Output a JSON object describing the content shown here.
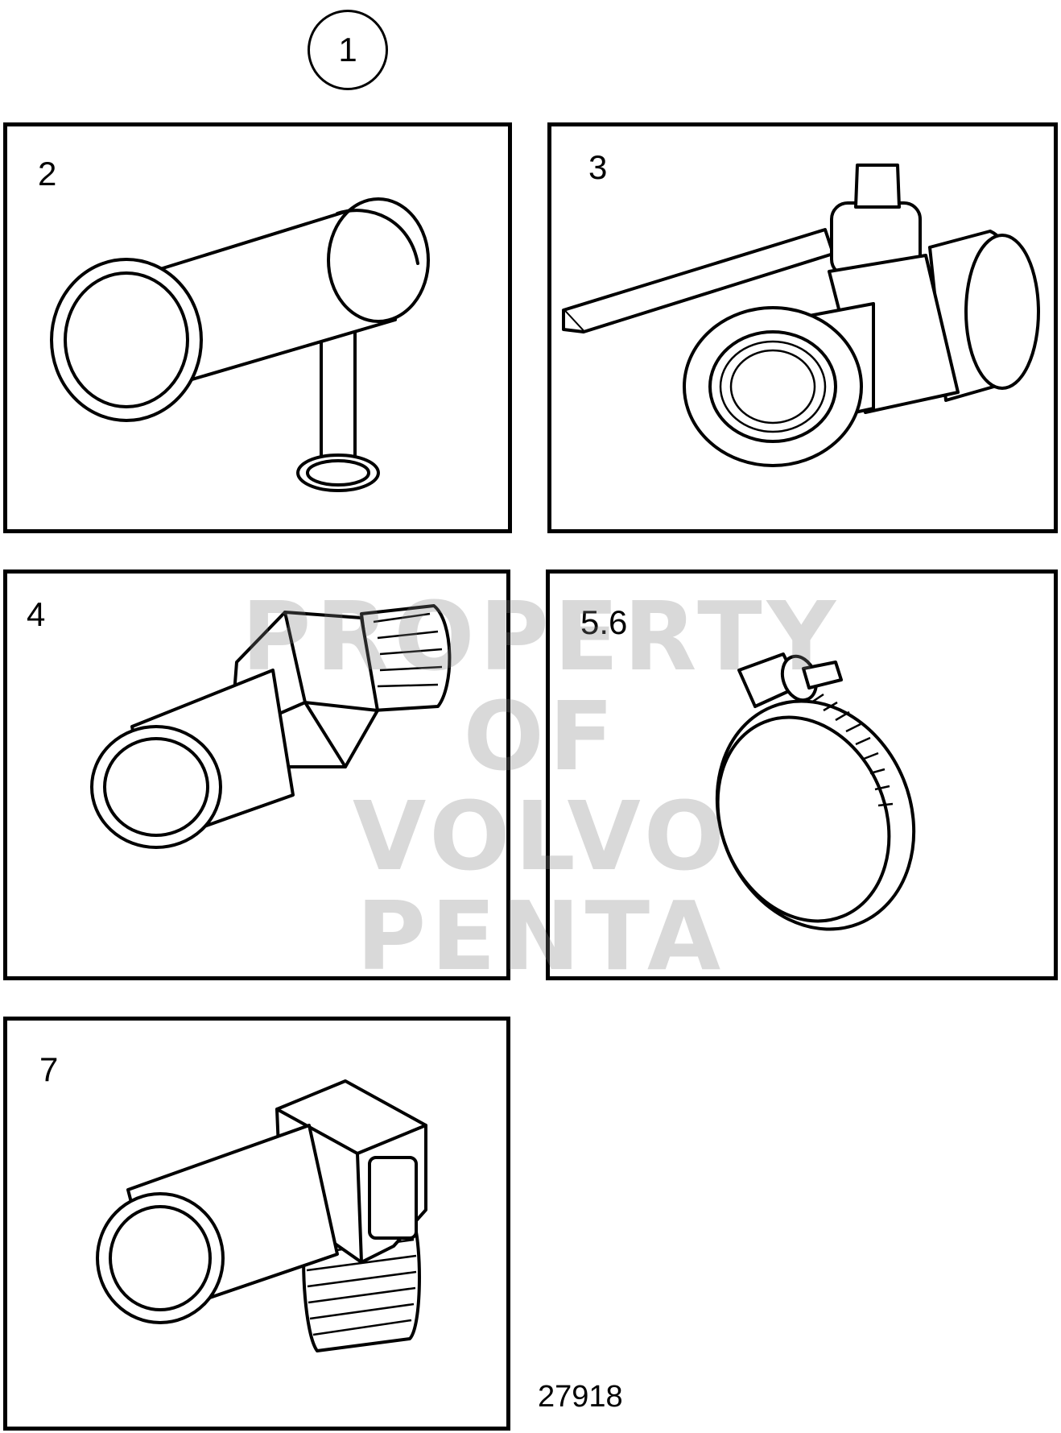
{
  "callout": "1",
  "panels": [
    {
      "label": "2",
      "icon": "t-hose-connector-icon"
    },
    {
      "label": "3",
      "icon": "ball-valve-icon"
    },
    {
      "label": "4",
      "icon": "hose-nipple-icon"
    },
    {
      "label": "5.6",
      "icon": "hose-clamp-icon"
    },
    {
      "label": "7",
      "icon": "elbow-hose-nipple-icon"
    }
  ],
  "watermark": {
    "line1": "PROPERTY OF",
    "line2": "VOLVO PENTA"
  },
  "drawing_number": "27918"
}
